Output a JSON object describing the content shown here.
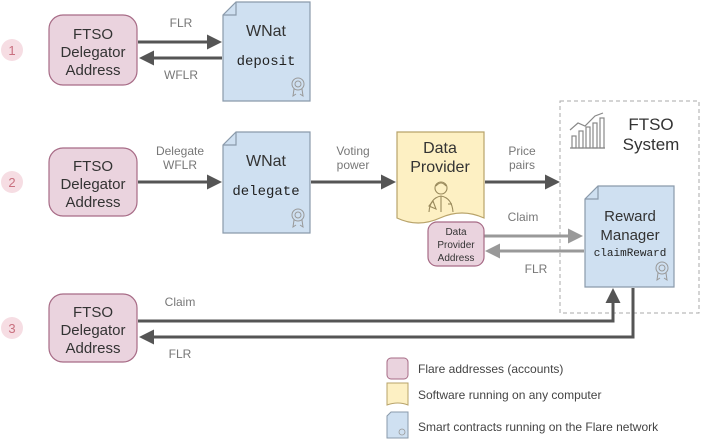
{
  "steps": {
    "one": "1",
    "two": "2",
    "three": "3"
  },
  "delegator": {
    "line1": "FTSO",
    "line2": "Delegator",
    "line3": "Address"
  },
  "wnat": {
    "title": "WNat",
    "deposit": "deposit",
    "delegate": "delegate"
  },
  "arrows": {
    "flr": "FLR",
    "wflr": "WFLR",
    "delegate_line1": "Delegate",
    "delegate_line2": "WFLR",
    "voting_line1": "Voting",
    "voting_line2": "power",
    "price_line1": "Price",
    "price_line2": "pairs",
    "claim": "Claim"
  },
  "provider": {
    "line1": "Data",
    "line2": "Provider",
    "addr_line1": "Data",
    "addr_line2": "Provider",
    "addr_line3": "Address"
  },
  "ftso_system": {
    "line1": "FTSO",
    "line2": "System"
  },
  "reward_manager": {
    "line1": "Reward",
    "line2": "Manager",
    "method": "claimReward"
  },
  "legend": {
    "addresses": "Flare addresses (accounts)",
    "software": "Software running on any computer",
    "contracts": "Smart contracts running on the Flare network"
  },
  "colors": {
    "address_fill": "#ead3de",
    "address_stroke": "#a76b86",
    "contract_fill": "#cfe0f1",
    "contract_stroke": "#8a9aab",
    "software_fill": "#fdf0c3",
    "software_stroke": "#b8a36a",
    "step_circle": "#f6dde3",
    "step_text": "#c9707f",
    "arrow_dark": "#555555",
    "arrow_light": "#999999"
  }
}
